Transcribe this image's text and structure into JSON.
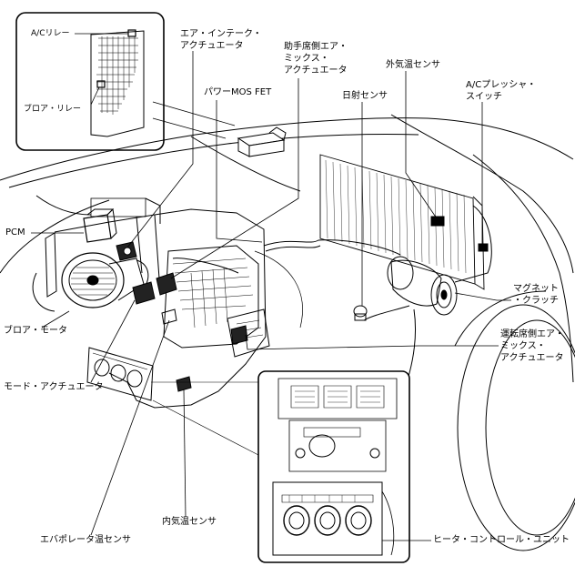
{
  "labels": {
    "ac_relay": "A/Cリレー",
    "blower_relay": "ブロア・リレー",
    "intake_actuator_1": "エア・インテーク・",
    "intake_actuator_2": "アクチュエータ",
    "passenger_mix_1": "助手席側エア・",
    "passenger_mix_2": "ミックス・",
    "passenger_mix_3": "アクチュエータ",
    "power_mosfet": "パワーMOS FET",
    "ambient_sensor": "外気温センサ",
    "solar_sensor": "日射センサ",
    "ac_pressure_1": "A/Cプレッシャ・",
    "ac_pressure_2": "スイッチ",
    "pcm": "PCM",
    "blower_motor": "ブロア・モータ",
    "mode_actuator": "モード・アクチュエータ",
    "magnetic_clutch_1": "マグネット",
    "magnetic_clutch_2": "・クラッチ",
    "driver_mix_1": "運転席側エア・",
    "driver_mix_2": "ミックス・",
    "driver_mix_3": "アクチュエータ",
    "cabin_sensor": "内気温センサ",
    "evaporator_sensor": "エバポレータ温センサ",
    "heater_control_unit": "ヒータ・コントロール・ユニット"
  }
}
